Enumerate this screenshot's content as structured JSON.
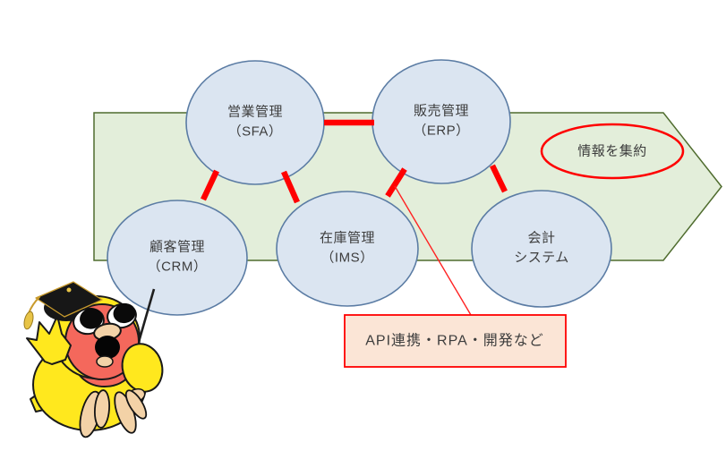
{
  "diagram": {
    "banner": {
      "label": "情報を集約"
    },
    "nodes": [
      {
        "line1": "営業管理",
        "line2": "（SFA）"
      },
      {
        "line1": "販売管理",
        "line2": "（ERP）"
      },
      {
        "line1": "顧客管理",
        "line2": "（CRM）"
      },
      {
        "line1": "在庫管理",
        "line2": "（IMS）"
      },
      {
        "line1": "会計",
        "line2": "システム"
      }
    ],
    "callout": {
      "label": "API連携・RPA・開発など"
    },
    "mascot_icon": "bird-graduate-mascot-icon",
    "colors": {
      "banner_fill": "#e3eeda",
      "banner_border": "#4f6c2e",
      "node_fill": "#dbe5f1",
      "node_border": "#5b7ca4",
      "highlight_red": "#ff0000",
      "callout_fill": "#fbe5d6",
      "callout_border": "#ff0000",
      "text": "#3d3d3d",
      "mascot_yellow": "#ffe81e",
      "mascot_face_red": "#f4685c",
      "mascot_beige": "#f3d2a7",
      "mascot_cap_black": "#171717",
      "mascot_tassel_gold": "#e8c447"
    }
  }
}
